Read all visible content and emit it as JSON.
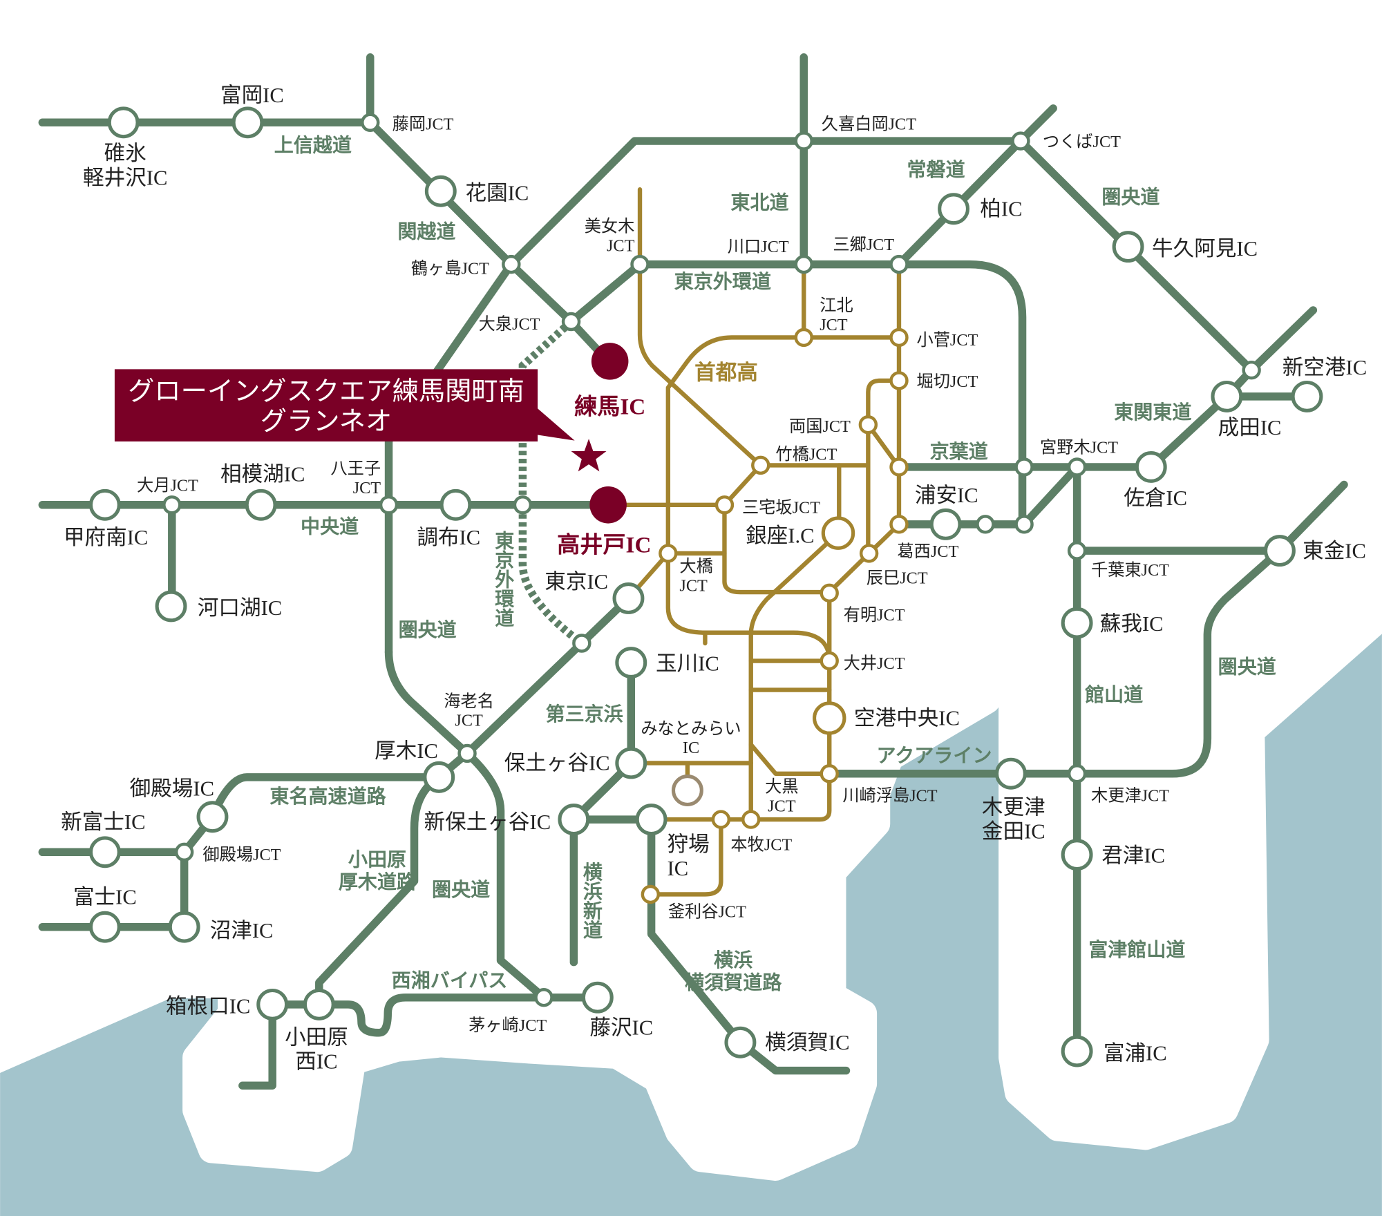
{
  "property": {
    "name_line1": "グローイングスクエア練馬関町南",
    "name_line2": "グランネオ"
  },
  "colors": {
    "road": "#5d7f66",
    "shutoko": "#a3842f",
    "highlight": "#7a0026",
    "water": "#a3c4cc"
  },
  "highlight": {
    "nerima_ic": "練馬IC",
    "takaido_ic": "高井戸IC"
  },
  "roads": {
    "joshinetsu": "上信越道",
    "kanetsu": "関越道",
    "tohoku": "東北道",
    "joban": "常磐道",
    "kenodo_ne": "圏央道",
    "gaikan": "東京外環道",
    "shutoko": "首都高",
    "keiyo": "京葉道",
    "higashikanto": "東関東道",
    "chuo": "中央道",
    "gaikan_v": "東京外環道",
    "kenodo_w": "圏央道",
    "kenodo_e": "圏央道",
    "tateyama": "館山道",
    "daisankeihin": "第三京浜",
    "aqualine": "アクアライン",
    "tomei": "東名高速道路",
    "odawara_atsugi": [
      "小田原",
      "厚木道路"
    ],
    "kenodo_s": "圏央道",
    "yokohama_shindo": "横浜新道",
    "futtsu_tateyama": "富津館山道",
    "yokohama_yokosuka": [
      "横浜",
      "横須賀道路"
    ],
    "seisho": "西湘バイパス"
  },
  "places": {
    "usui": [
      "碓氷",
      "軽井沢IC"
    ],
    "tomioka": "富岡IC",
    "fujioka": "藤岡JCT",
    "hanazono": "花園IC",
    "tsurugashima": "鶴ヶ島JCT",
    "bijogi": [
      "美女木",
      "JCT"
    ],
    "kawaguchi": "川口JCT",
    "kuki": "久喜白岡JCT",
    "tsukuba": "つくばJCT",
    "kashiwa": "柏IC",
    "ushiku": "牛久阿見IC",
    "misato": "三郷JCT",
    "kohoku": [
      "江北",
      "JCT"
    ],
    "kosuge": "小菅JCT",
    "horikiri": "堀切JCT",
    "oizumi": "大泉JCT",
    "ryogoku": "両国JCT",
    "takebashi": "竹橋JCT",
    "miyanogi": "宮野木JCT",
    "shinkuko": "新空港IC",
    "narita": "成田IC",
    "sakura": "佐倉IC",
    "urayasu": "浦安IC",
    "miyakezaka": "三宅坂JCT",
    "ginza": "銀座I.C",
    "kasai": "葛西JCT",
    "tatsumi": "辰巳JCT",
    "chibahigashi": "千葉東JCT",
    "togane": "東金IC",
    "ohashi": [
      "大橋",
      "JCT"
    ],
    "ariake": "有明JCT",
    "otsuki": "大月JCT",
    "sagamiko": "相模湖IC",
    "hachioji": [
      "八王子",
      "JCT"
    ],
    "kofuminami": "甲府南IC",
    "chofu": "調布IC",
    "tokyo": "東京IC",
    "kawaguchiko": "河口湖IC",
    "soga": "蘇我IC",
    "tamagawa": "玉川IC",
    "oi": "大井JCT",
    "ebina": [
      "海老名",
      "JCT"
    ],
    "kukochuo": "空港中央IC",
    "minatomirai": [
      "みなとみらい",
      "IC"
    ],
    "atsugi": "厚木IC",
    "hodogaya": "保土ヶ谷IC",
    "gotemba": "御殿場IC",
    "daikoku": [
      "大黒",
      "JCT"
    ],
    "kawasakiukishima": "川崎浮島JCT",
    "kisarazukaneda": [
      "木更津",
      "金田IC"
    ],
    "kisarazu": "木更津JCT",
    "shinfuji": "新富士IC",
    "shinhodogaya": "新保土ヶ谷IC",
    "kariba": [
      "狩場",
      "IC"
    ],
    "honmoku": "本牧JCT",
    "gotembajct": "御殿場JCT",
    "kimitsu": "君津IC",
    "fuji": "富士IC",
    "numazu": "沼津IC",
    "kamariya": "釜利谷JCT",
    "hakoneguchi": "箱根口IC",
    "chigasaki": "茅ヶ崎JCT",
    "fujisawa": "藤沢IC",
    "odawaranishi": [
      "小田原",
      "西IC"
    ],
    "yokosuka": "横須賀IC",
    "futtsu": "富浦IC"
  }
}
